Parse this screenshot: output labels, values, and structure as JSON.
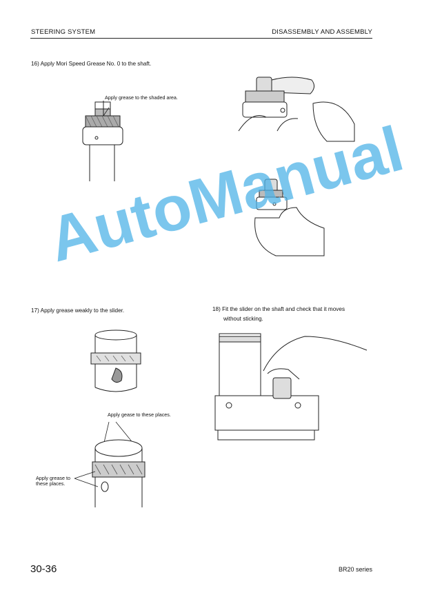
{
  "header": {
    "left": "STEERING SYSTEM",
    "right": "DISASSEMBLY AND ASSEMBLY"
  },
  "steps": {
    "s16": "16)  Apply Mori Speed Grease No. 0 to the shaft.",
    "s17": "17)  Apply grease weakly to the slider.",
    "s18_l1": "18)  Fit the slider on the shaft and check that it moves",
    "s18_l2": "without sticking."
  },
  "callouts": {
    "shaded": "Apply grease to the shaded area.",
    "gease": "Apply gease to these places.",
    "places_l1": "Apply grease to",
    "places_l2": "these places."
  },
  "footer": {
    "page": "30-36",
    "series": "BR20 series"
  },
  "watermark": "AutoManual"
}
